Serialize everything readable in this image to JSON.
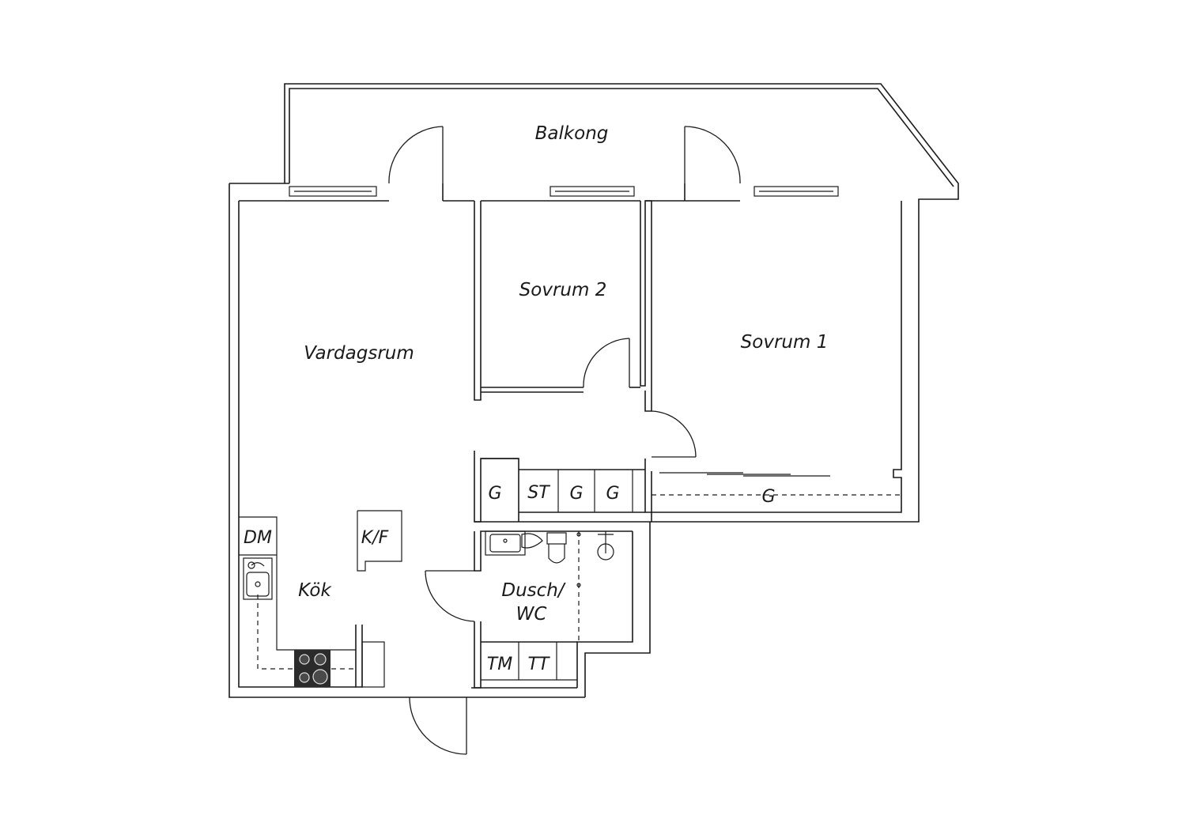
{
  "rooms": {
    "balcony": "Balkong",
    "bedroom2": "Sovrum 2",
    "bedroom1": "Sovrum 1",
    "living": "Vardagsrum",
    "kitchen": "Kök",
    "bathroom_line1": "Dusch/",
    "bathroom_line2": "WC"
  },
  "fixtures": {
    "dishwasher": "DM",
    "fridge_freezer": "K/F",
    "wardrobe": "G",
    "storage": "ST",
    "washing_machine": "TM",
    "dryer": "TT"
  }
}
